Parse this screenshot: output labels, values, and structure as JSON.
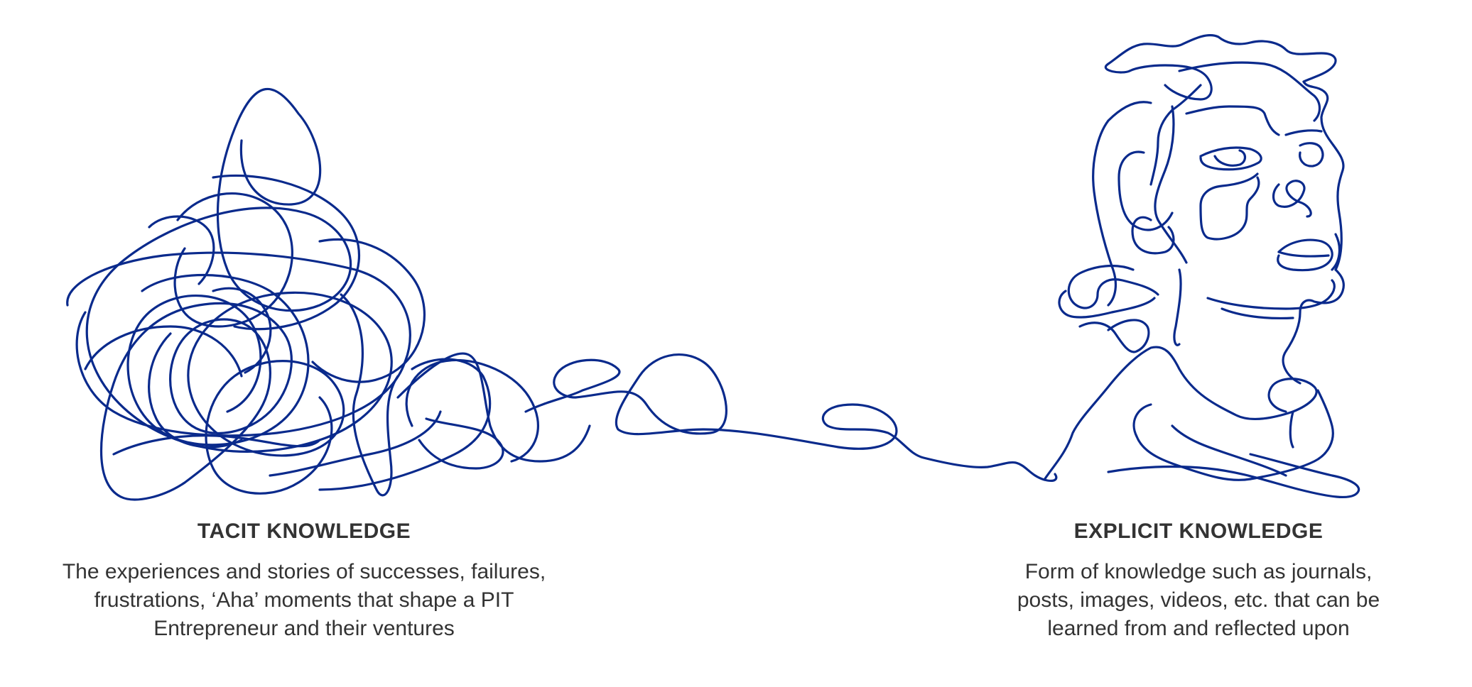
{
  "colors": {
    "line": "#0a2a8c",
    "text": "#333333",
    "background": "#ffffff"
  },
  "illustration": {
    "left_icon": "tangled-scribble-icon",
    "connector": "wavy-line-icon",
    "right_icon": "line-drawing-face-icon"
  },
  "tacit": {
    "title": "TACIT KNOWLEDGE",
    "lines": [
      "The experiences and stories of successes, failures,",
      "frustrations, ‘Aha’ moments that shape a PIT",
      "Entrepreneur and their ventures"
    ]
  },
  "explicit": {
    "title": "EXPLICIT KNOWLEDGE",
    "lines": [
      "Form of knowledge such as journals,",
      "posts, images, videos, etc. that can be",
      "learned from and reflected upon"
    ]
  }
}
